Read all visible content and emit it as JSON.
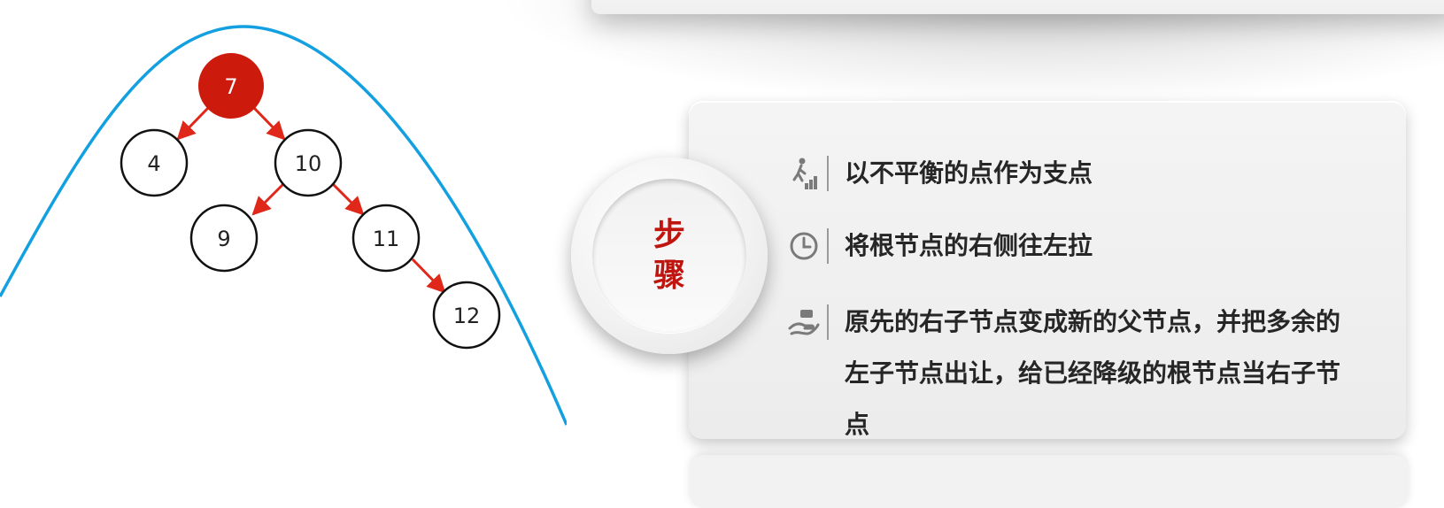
{
  "diagram": {
    "root": {
      "value": "7",
      "highlight_color": "#cc1a0d"
    },
    "nodes": [
      "4",
      "10",
      "9",
      "11",
      "12"
    ],
    "curve_color": "#12a0e0",
    "edge_color": "#e0281a"
  },
  "steps_badge": {
    "label": "步骤",
    "color": "#c0140e"
  },
  "steps": [
    {
      "icon": "walking-stairs-icon",
      "text": "以不平衡的点作为支点"
    },
    {
      "icon": "clock-icon",
      "text": "将根节点的右侧往左拉"
    },
    {
      "icon": "hand-giving-icon",
      "text": "原先的右子节点变成新的父节点，并把多余的左子节点出让，给已经降级的根节点当右子节点"
    }
  ]
}
